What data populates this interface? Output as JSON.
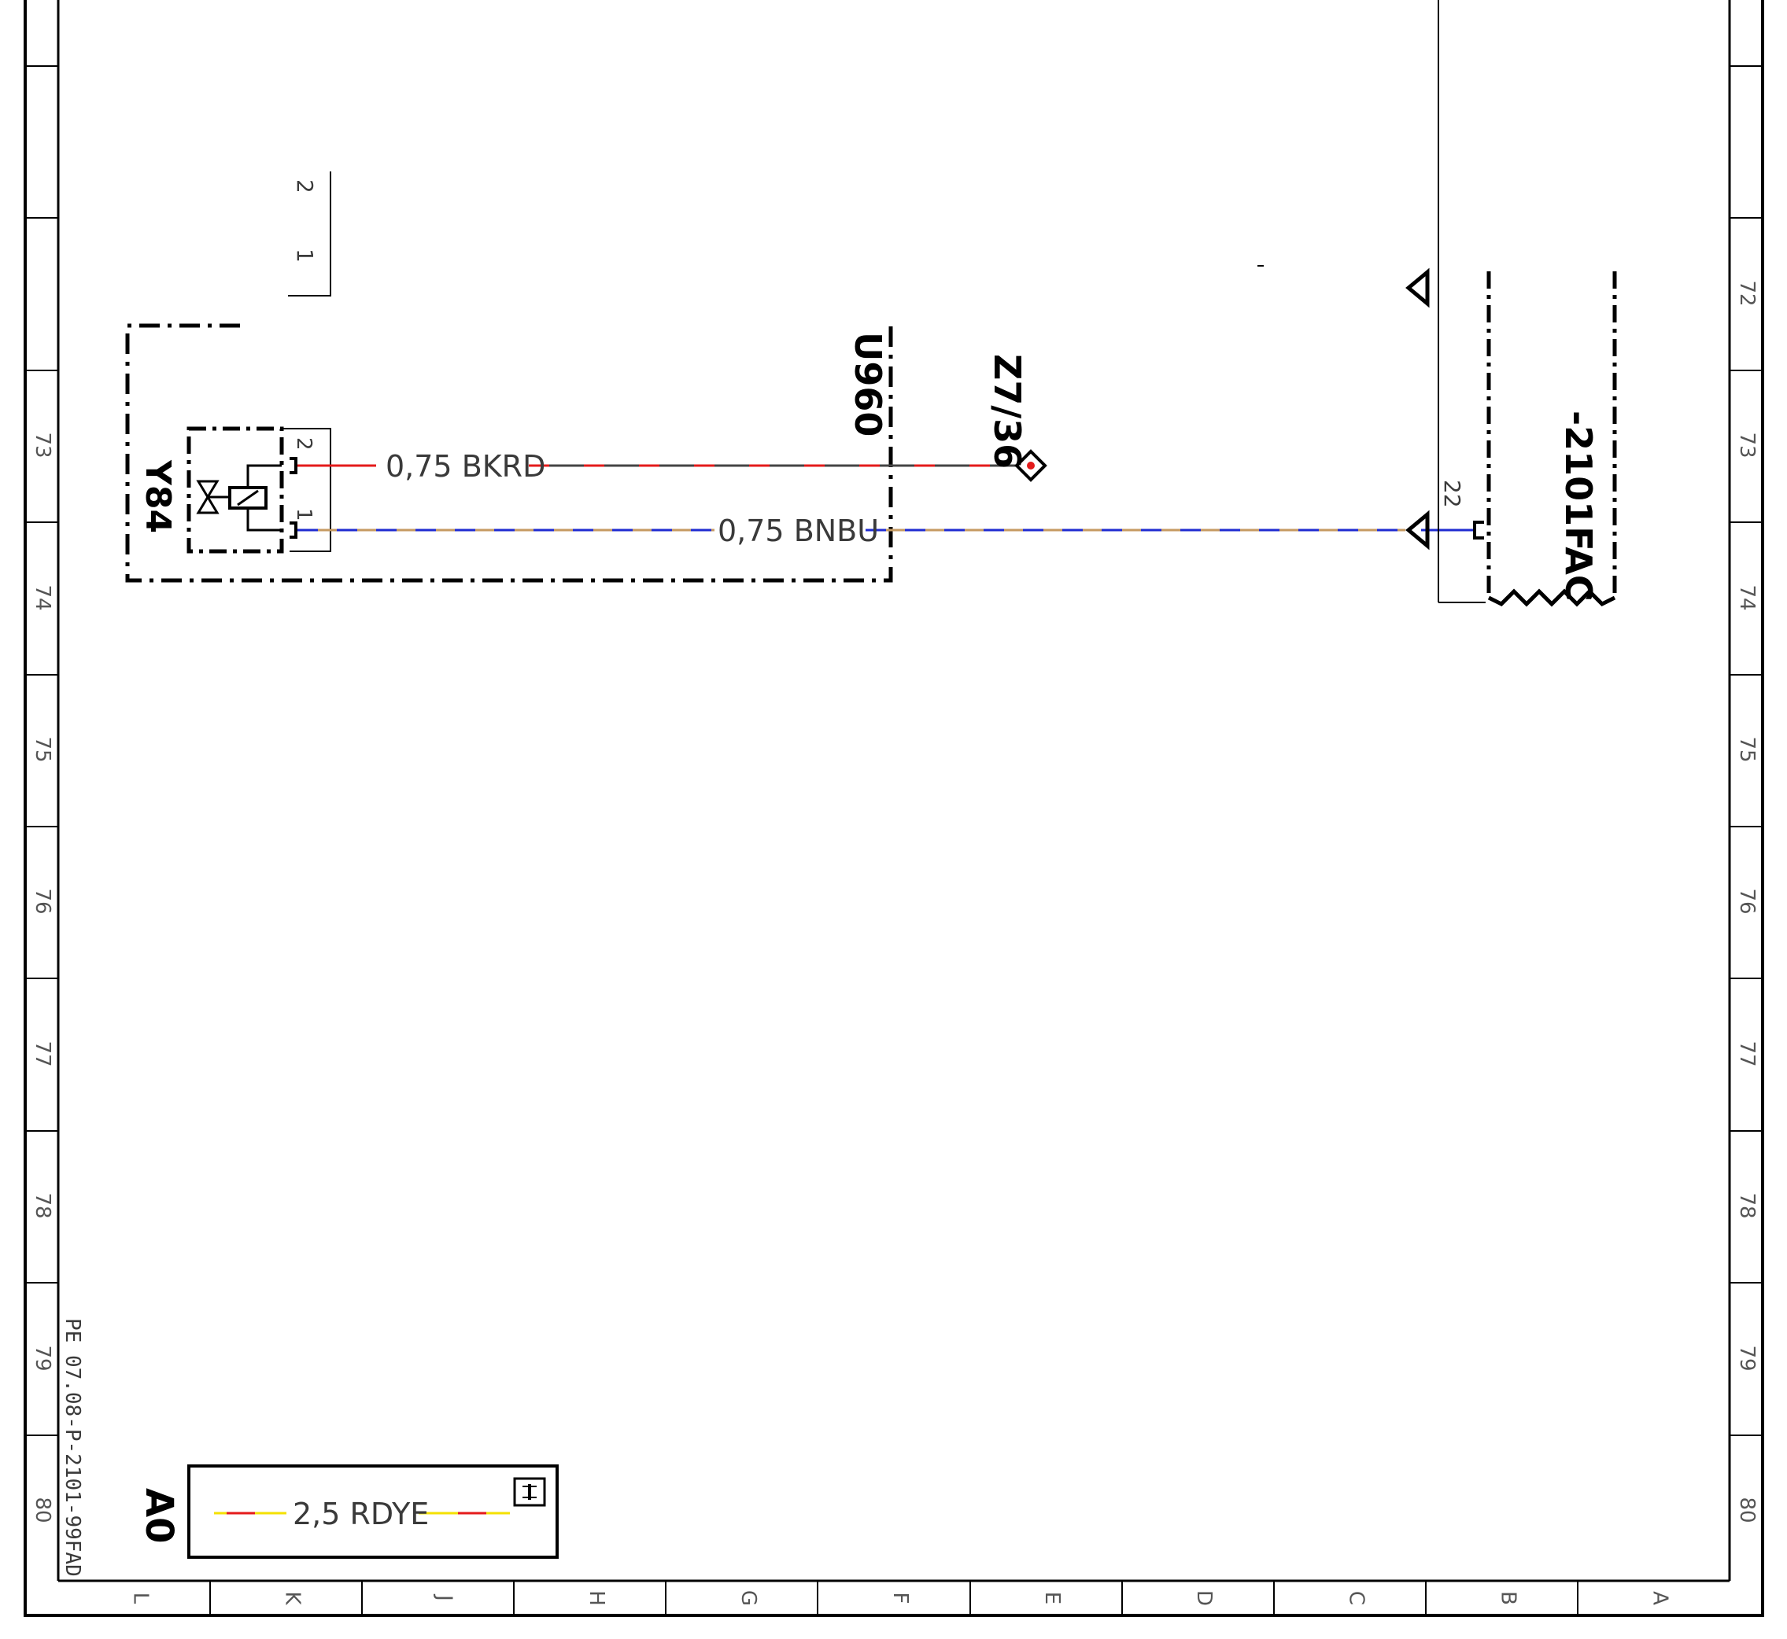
{
  "colors": {
    "black": "#000000",
    "red": "#e41b1b",
    "blue": "#1f2bd1",
    "brown": "#c59a62",
    "yellow": "#f4e100",
    "dark_gray": "#444444"
  },
  "border": {
    "row_numbers": [
      "72",
      "73",
      "74",
      "75",
      "76",
      "77",
      "78",
      "79",
      "80"
    ],
    "column_letters": [
      "L",
      "K",
      "J",
      "H",
      "G",
      "F",
      "E",
      "D",
      "C",
      "B",
      "A"
    ],
    "drawing_code": "PE 07.08-P-2101-99FAD"
  },
  "components": {
    "top_connector": {
      "pin_2": "2",
      "pin_1": "1"
    },
    "y84": {
      "label": "Y84",
      "pin_2": "2",
      "pin_1": "1"
    },
    "u960": {
      "label": "U960"
    },
    "z7": {
      "label": "Z7/36"
    },
    "ecu": {
      "label": "-2101FAC",
      "pin": "22"
    }
  },
  "wires": {
    "bkrd": {
      "label": "0,75 BKRD"
    },
    "bnbu": {
      "label": "0,75 BNBU"
    }
  },
  "legend": {
    "label": "A0",
    "wire_label": "2,5 RDYE",
    "info_icon": "info-icon"
  }
}
